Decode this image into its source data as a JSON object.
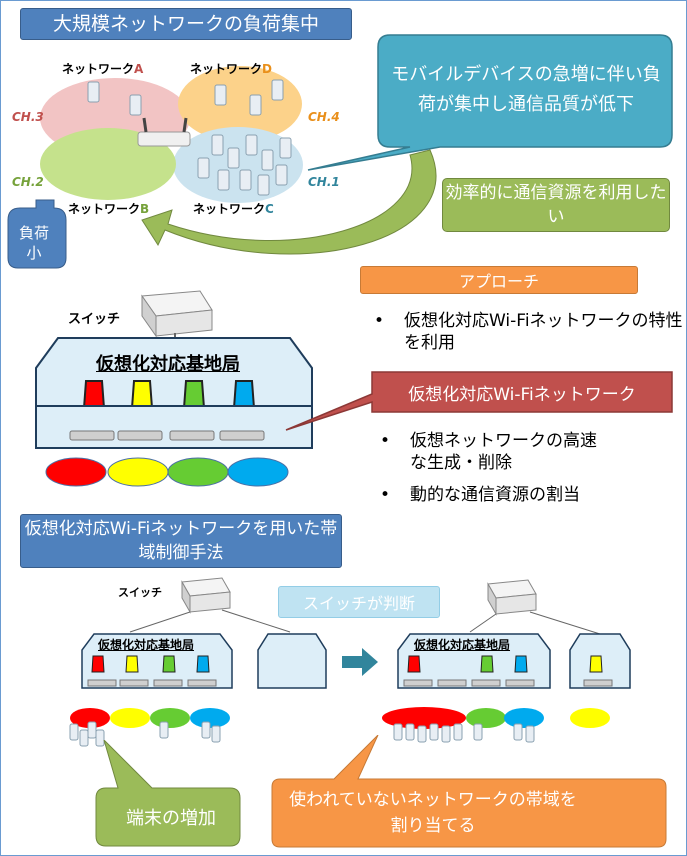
{
  "top": {
    "title": "大規模ネットワークの負荷集中",
    "networks": [
      {
        "name": "ネットワーク",
        "letter": "A"
      },
      {
        "name": "ネットワーク",
        "letter": "D"
      },
      {
        "name": "ネットワーク",
        "letter": "B"
      },
      {
        "name": "ネットワーク",
        "letter": "C"
      }
    ],
    "channels": [
      "CH.3",
      "CH.4",
      "CH.2",
      "CH.1"
    ],
    "callout": "モバイルデバイスの急増に伴い負荷が集中し通信品質が低下",
    "efficient": "効率的に通信資源を利用したい",
    "low_load": "負荷小"
  },
  "approach": {
    "title": "アプローチ",
    "bullets": [
      "仮想化対応Wi-Fiネットワークの特性を利用"
    ],
    "switch_label": "スイッチ",
    "base_station": "仮想化対応基地局",
    "feature_title": "仮想化対応Wi-Fiネットワーク",
    "feature_bullets": [
      "仮想ネットワークの高速な生成・削除",
      "動的な通信資源の割当"
    ]
  },
  "method": {
    "title": "仮想化対応Wi-Fiネットワークを用いた帯域制御手法",
    "switch_label_left": "スイッチ",
    "decision": "スイッチが判断",
    "base_station_left": "仮想化対応基地局",
    "base_station_right": "仮想化対応基地局",
    "increase": "端末の増加",
    "assign": "使われていないネットワークの帯域を割り当てる"
  },
  "colors": {
    "red": "#ff0000",
    "yellow": "#ffff00",
    "green": "#66cc33",
    "blue": "#00aaee",
    "header_blue": "#4f81bd",
    "teal": "#4bacc6",
    "olive": "#9bbb59",
    "orange": "#f79646",
    "crimson": "#c0504d"
  }
}
